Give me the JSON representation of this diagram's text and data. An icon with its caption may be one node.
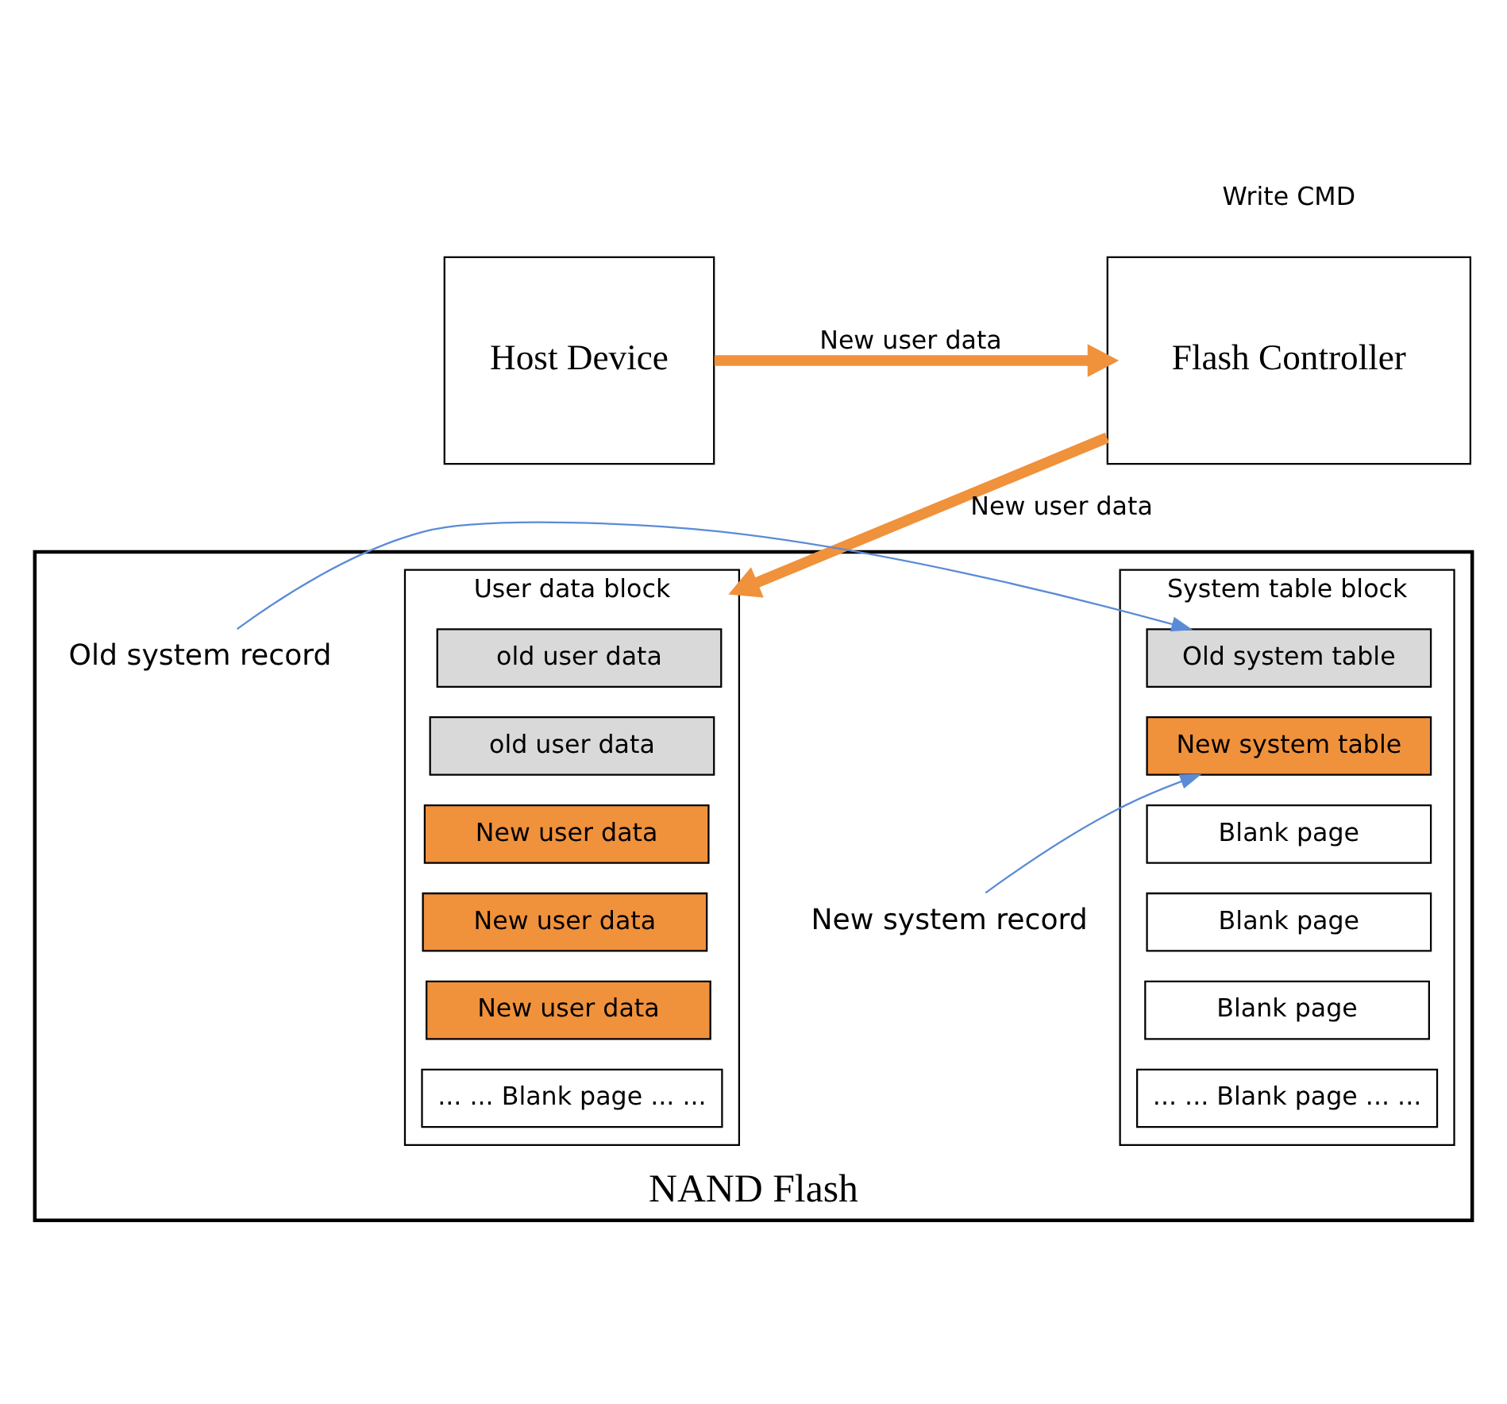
{
  "diagram": {
    "nodes": [
      {
        "text": [
          "Host Device"
        ]
      },
      {
        "text": [
          "Flash Controller"
        ]
      },
      {
        "text": [
          "NAND Flash"
        ]
      },
      {
        "text": [
          "User data block"
        ],
        "in": 2
      },
      {
        "text": [
          "old user data"
        ],
        "in": 3
      },
      {
        "text": [
          "old user data"
        ],
        "in": 3
      },
      {
        "text": [
          "New user data"
        ],
        "in": 3
      },
      {
        "text": [
          "New user data"
        ],
        "in": 3
      },
      {
        "text": [
          "New user data"
        ],
        "in": 3
      },
      {
        "text": [
          "... ... Blank page ... ..."
        ],
        "in": 3
      },
      {
        "text": [
          "System table block"
        ],
        "in": 2
      },
      {
        "text": [
          "Old system table"
        ],
        "in": 10
      },
      {
        "text": [
          "New system table"
        ],
        "in": 10
      },
      {
        "text": [
          "Blank page"
        ],
        "in": 10
      },
      {
        "text": [
          "Blank page"
        ],
        "in": 10
      },
      {
        "text": [
          "Blank page"
        ],
        "in": 10
      },
      {
        "text": [
          "... ... Blank page ... ..."
        ],
        "in": 10
      },
      {
        "text": [
          "Old system record"
        ],
        "in": 2
      },
      {
        "text": [
          "New system record"
        ],
        "in": 2
      }
    ],
    "edges": [
      {
        "from": 0,
        "to": 1,
        "arrow": "to",
        "label": "New user data",
        "style": "thick",
        "color": "#f0913c"
      },
      {
        "from": 1,
        "to": 3,
        "arrow": "to",
        "label": "New user data",
        "style": "thick",
        "color": "#f0913c"
      },
      {
        "from": 17,
        "to": 11,
        "arrow": "to",
        "color": "#5b8bd6"
      },
      {
        "from": 18,
        "to": 12,
        "arrow": "to",
        "color": "#5b8bd6"
      }
    ],
    "labels": [
      "Write CMD"
    ]
  }
}
